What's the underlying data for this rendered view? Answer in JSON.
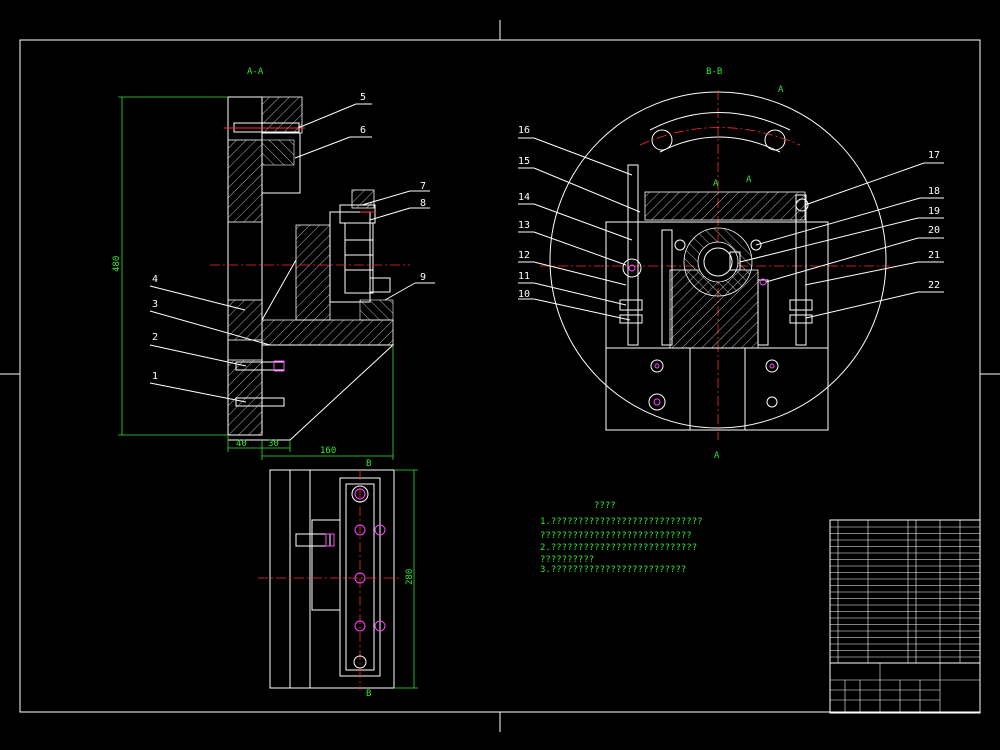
{
  "views": {
    "section_aa": "A-A",
    "section_bb": "B-B",
    "marker_b": "B",
    "marker_a": "A"
  },
  "dimensions": {
    "height_left": "480",
    "width_40": "40",
    "width_30": "30",
    "width_160": "160",
    "height_plan": "280"
  },
  "callouts_left": [
    "1",
    "2",
    "3",
    "4",
    "5",
    "6",
    "7",
    "8",
    "9"
  ],
  "callouts_right": [
    "10",
    "11",
    "12",
    "13",
    "14",
    "15",
    "16",
    "17",
    "18",
    "19",
    "20",
    "21",
    "22"
  ],
  "notes": {
    "title": "????",
    "lines": [
      "1.????????????????????????????",
      "????????????????????????????",
      "2.???????????????????????????",
      "??????????",
      "3.?????????????????????????"
    ]
  },
  "colors": {
    "background": "#000000",
    "outline": "#ffffff",
    "centerline": "#ff2a2a",
    "dimension": "#2ee82e",
    "feature": "#ff44ff"
  }
}
